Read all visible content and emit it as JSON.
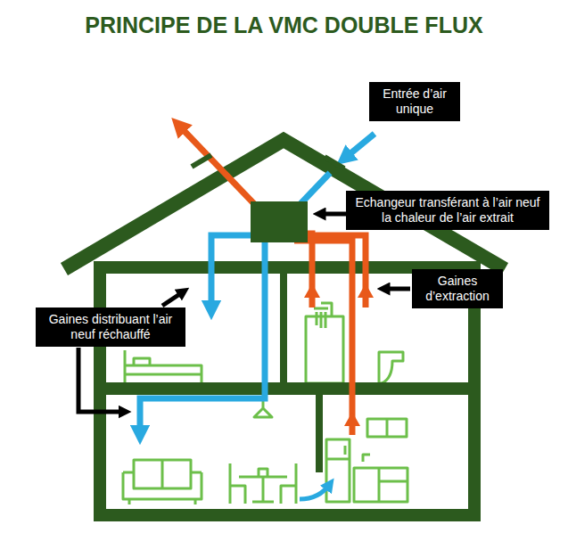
{
  "diagram": {
    "title": "PRINCIPE DE LA VMC DOUBLE FLUX",
    "nodes": [
      {
        "text": [
          "Entrée d’air unique"
        ]
      },
      {
        "text": [
          "Echangeur transférant à l’air neuf la chaleur de l’air extrait"
        ]
      },
      {
        "text": [
          "Gaines d’extraction"
        ]
      },
      {
        "text": [
          "Gaines distribuant l’air neuf réchauffé"
        ]
      }
    ]
  }
}
